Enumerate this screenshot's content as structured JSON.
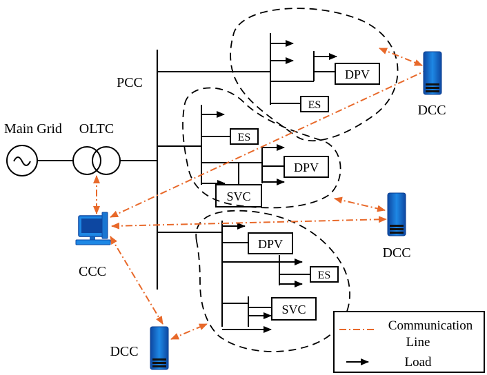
{
  "labels": {
    "main_grid": "Main Grid",
    "oltc": "OLTC",
    "pcc": "PCC",
    "ccc": "CCC",
    "dcc": "DCC"
  },
  "devices": {
    "dpv": "DPV",
    "es": "ES",
    "svc": "SVC"
  },
  "legend": {
    "communication_line_1": "Communication",
    "communication_line_2": "Line",
    "load": "Load"
  },
  "colors": {
    "communication": "#e8692a",
    "dcc_body": "#1565c0",
    "ccc_screen": "#1565c0"
  },
  "icons": {
    "source": "ac-source-icon",
    "transformer": "transformer-icon",
    "computer": "computer-icon",
    "server": "server-icon",
    "load": "arrow-right-icon"
  }
}
